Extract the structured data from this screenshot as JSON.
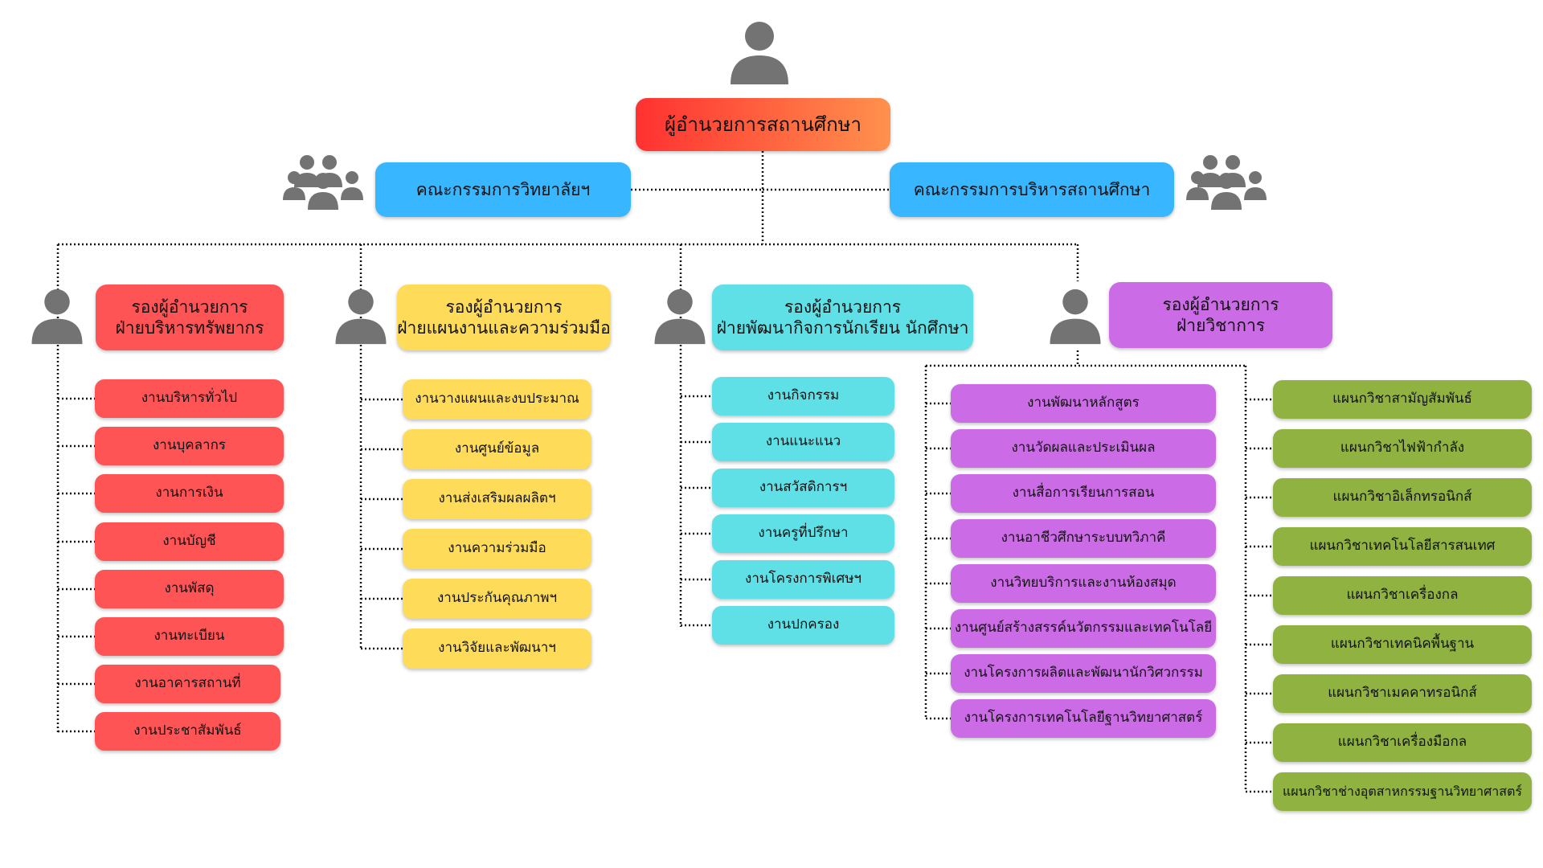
{
  "colors": {
    "red": "#fe5455",
    "yellow": "#fedc5a",
    "cyan": "#5ee0e6",
    "purple": "#cb6ce6",
    "green": "#8fb240",
    "blue": "#38b6ff",
    "icon": "#737373",
    "connector": "#111111"
  },
  "director": {
    "label": "ผู้อำนวยการสถานศึกษา",
    "gradient": [
      "#ff3131",
      "#ff914d"
    ],
    "icon": "person-icon"
  },
  "boards": [
    {
      "id": "college-committee",
      "label": "คณะกรรมการวิทยาลัยฯ",
      "icon": "group-icon"
    },
    {
      "id": "school-admin-committee",
      "label": "คณะกรรมการบริหารสถานศึกษา",
      "icon": "group-icon"
    }
  ],
  "divisions": [
    {
      "id": "resources",
      "title": [
        "รองผู้อำนวยการ",
        "ฝ่ายบริหารทรัพยากร"
      ],
      "color": "#fe5455",
      "icon": "person-icon",
      "units": [
        "งานบริหารทั่วไป",
        "งานบุคลากร",
        "งานการเงิน",
        "งานบัญชี",
        "งานพัสดุ",
        "งานทะเบียน",
        "งานอาคารสถานที่",
        "งานประชาสัมพันธ์"
      ]
    },
    {
      "id": "planning",
      "title": [
        "รองผู้อำนวยการ",
        "ฝ่ายแผนงานและความร่วมมือ"
      ],
      "color": "#fedc5a",
      "icon": "person-icon",
      "units": [
        "งานวางแผนและงบประมาณ",
        "งานศูนย์ข้อมูล",
        "งานส่งเสริมผลผลิตฯ",
        "งานความร่วมมือ",
        "งานประกันคุณภาพฯ",
        "งานวิจัยและพัฒนาฯ"
      ]
    },
    {
      "id": "student-affairs",
      "title": [
        "รองผู้อำนวยการ",
        "ฝ่ายพัฒนากิจการนักเรียน นักศึกษา"
      ],
      "color": "#5ee0e6",
      "icon": "person-icon",
      "units": [
        "งานกิจกรรม",
        "งานแนะแนว",
        "งานสวัสดิการฯ",
        "งานครูที่ปรึกษา",
        "งานโครงการพิเศษฯ",
        "งานปกครอง"
      ]
    },
    {
      "id": "academic",
      "title": [
        "รองผู้อำนวยการ",
        "ฝ่ายวิชาการ"
      ],
      "color": "#cb6ce6",
      "icon": "person-icon",
      "units": [
        "งานพัฒนาหลักสูตร",
        "งานวัดผลและประเมินผล",
        "งานสื่อการเรียนการสอน",
        "งานอาชีวศึกษาระบบทวิภาคี",
        "งานวิทยบริการและงานห้องสมุด",
        "งานศูนย์สร้างสรรค์นวัตกรรมและเทคโนโลยี",
        "งานโครงการผลิตและพัฒนานักวิศวกรรม",
        "งานโครงการเทคโนโลยีฐานวิทยาศาสตร์"
      ],
      "departments": [
        "แผนกวิชาสามัญสัมพันธ์",
        "แผนกวิชาไฟฟ้ากำลัง",
        "แผนกวิชาอิเล็กทรอนิกส์",
        "แผนกวิชาเทคโนโลยีสารสนเทศ",
        "แผนกวิชาเครื่องกล",
        "แผนกวิชาเทคนิคพื้นฐาน",
        "แผนกวิชาเมคคาทรอนิกส์",
        "แผนกวิชาเครื่องมือกล",
        "แผนกวิชาช่างอุตสาหกรรมฐานวิทยาศาสตร์"
      ]
    }
  ]
}
